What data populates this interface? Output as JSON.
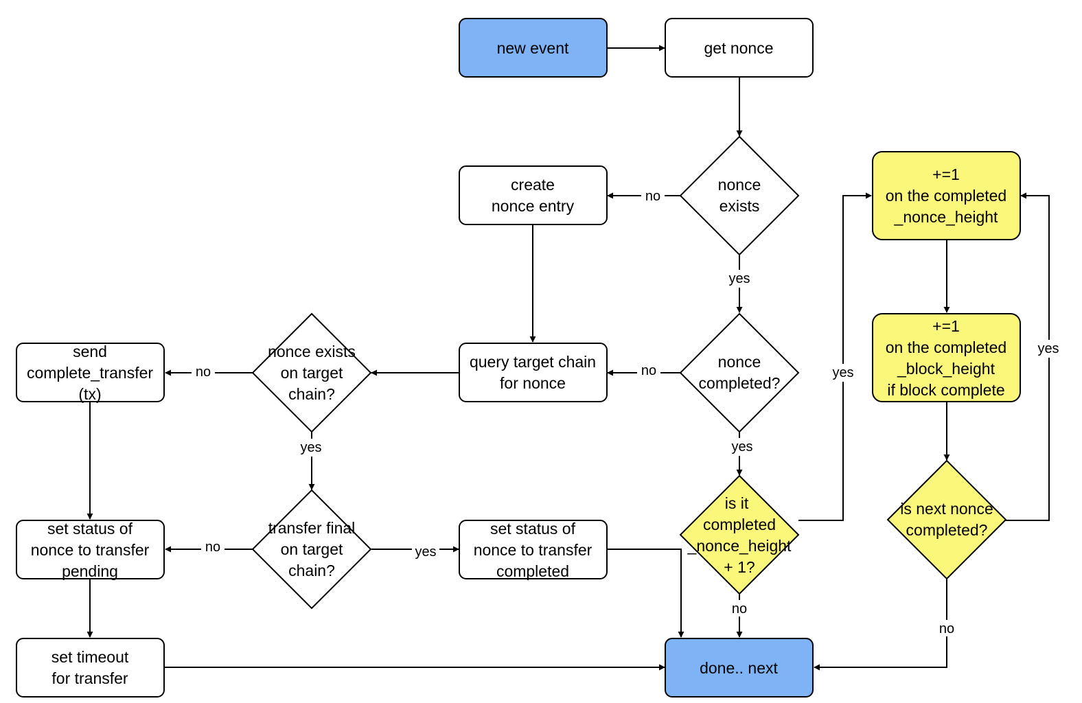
{
  "colors": {
    "terminal": "#7eb3f6",
    "highlight": "#fbf77b",
    "default": "#ffffff"
  },
  "nodes": {
    "new_event": [
      "new event"
    ],
    "get_nonce": [
      "get nonce"
    ],
    "nonce_exists": [
      "nonce",
      "exists"
    ],
    "create_nonce_entry": [
      "create",
      "nonce entry"
    ],
    "nonce_completed": [
      "nonce",
      "completed?"
    ],
    "query_target_chain": [
      "query target chain",
      "for nonce"
    ],
    "nonce_exists_on_target": [
      "nonce exists",
      "on target",
      "chain?"
    ],
    "send_complete_transfer": [
      "send",
      "complete_transfer",
      "(tx)"
    ],
    "transfer_final": [
      "transfer final",
      "on target",
      "chain?"
    ],
    "set_status_completed": [
      "set status of",
      "nonce to transfer",
      "completed"
    ],
    "set_status_pending": [
      "set status of",
      "nonce to transfer",
      "pending"
    ],
    "set_timeout": [
      "set timeout",
      "for transfer"
    ],
    "is_completed_height_plus_one": [
      "is it",
      "completed",
      "_nonce_height",
      "+ 1?"
    ],
    "inc_nonce_height": [
      "+=1",
      "on the completed",
      "_nonce_height"
    ],
    "inc_block_height": [
      "+=1",
      "on the completed",
      "_block_height",
      "if block complete"
    ],
    "is_next_nonce_completed": [
      "is next nonce",
      "completed?"
    ],
    "done_next": [
      "done.. next"
    ]
  },
  "edge_labels": {
    "nonce_exists_no": "no",
    "nonce_exists_yes": "yes",
    "nonce_completed_no": "no",
    "nonce_completed_yes": "yes",
    "target_exists_no": "no",
    "target_exists_yes": "yes",
    "transfer_final_no": "no",
    "transfer_final_yes": "yes",
    "height_check_yes": "yes",
    "height_check_no": "no",
    "next_nonce_yes": "yes",
    "next_nonce_no": "no"
  }
}
